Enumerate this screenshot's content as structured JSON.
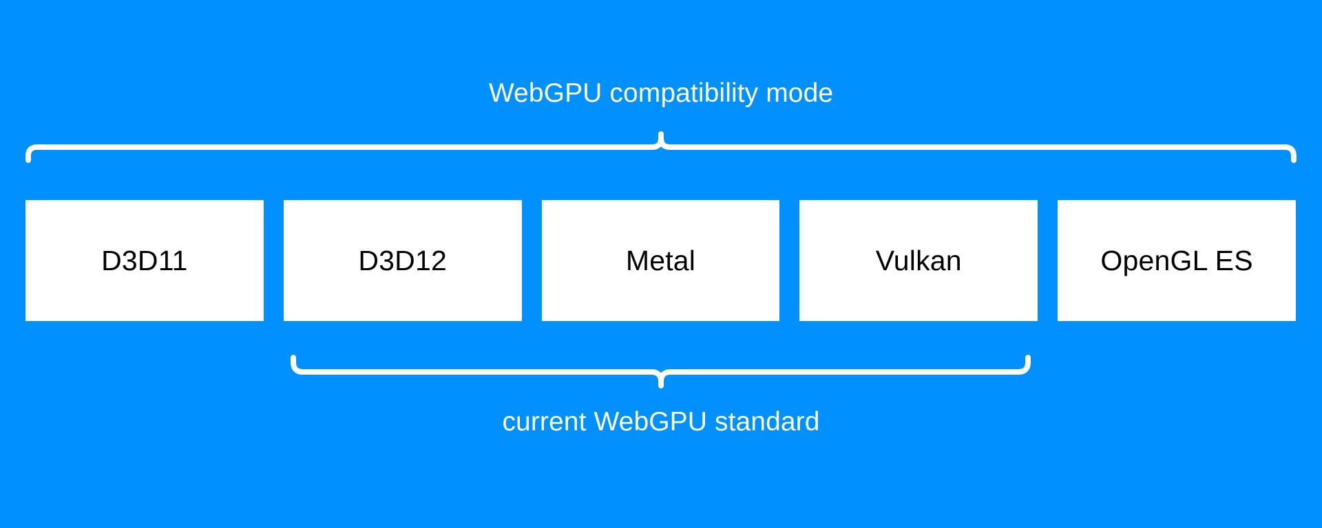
{
  "diagram": {
    "title": "WebGPU compatibility mode",
    "caption": "current WebGPU standard",
    "background_color": "#0090ff",
    "box_fill_color": "#ffffff",
    "box_text_color": "#000000",
    "label_text_color": "#ffffff",
    "brace_color": "#ffffff",
    "top_brace": {
      "name": "WebGPU compatibility mode",
      "direction": "up",
      "covers": [
        "D3D11",
        "D3D12",
        "Metal",
        "Vulkan",
        "OpenGL ES"
      ]
    },
    "bottom_brace": {
      "name": "current WebGPU standard",
      "direction": "down",
      "covers": [
        "D3D12",
        "Metal",
        "Vulkan"
      ]
    },
    "boxes": [
      {
        "label": "D3D11"
      },
      {
        "label": "D3D12"
      },
      {
        "label": "Metal"
      },
      {
        "label": "Vulkan"
      },
      {
        "label": "OpenGL ES"
      }
    ]
  }
}
